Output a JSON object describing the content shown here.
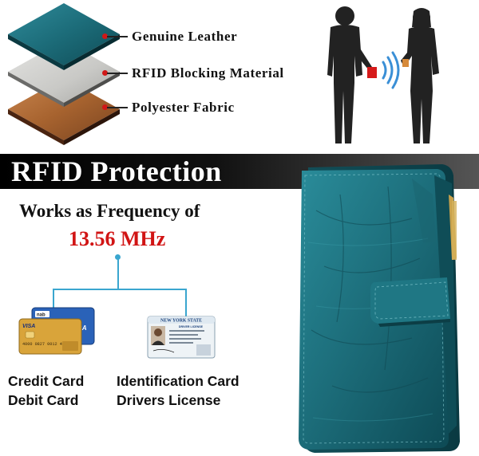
{
  "layers": [
    {
      "label": "Genuine Leather"
    },
    {
      "label": "RFID Blocking Material"
    },
    {
      "label": "Polyester Fabric"
    }
  ],
  "banner": {
    "title": "RFID Protection"
  },
  "frequency": {
    "intro": "Works as Frequency of",
    "value": "13.56 MHz"
  },
  "cards": {
    "credit": {
      "line1": "Credit Card",
      "line2": "Debit Card",
      "bank_logo": "nab",
      "brand": "VISA",
      "number": "4000 0827 0012 4000"
    },
    "id": {
      "line1": "Identification Card",
      "line2": "Drivers License",
      "state": "NEW YORK STATE",
      "doc_type": "DRIVER LICENSE"
    }
  },
  "colors": {
    "accent_red": "#d11414",
    "connector_blue": "#3aa6cf",
    "wallet_teal": "#1f6f7a"
  },
  "icons": [
    "layer-stack-icon",
    "rfid-signal-icon",
    "person-silhouette-icon",
    "wallet-image"
  ]
}
